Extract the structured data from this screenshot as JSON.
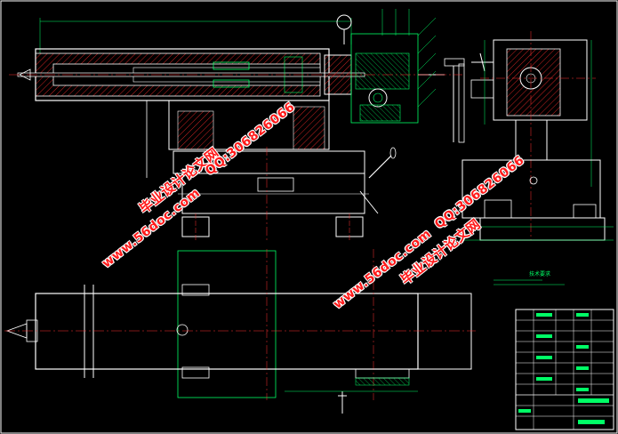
{
  "watermarks": {
    "site_url": "www.56doc.com",
    "site_name": "毕业设计论文网",
    "qq": "QQ:306826066"
  },
  "tech_requirements_title": "技术要求",
  "title_block": {
    "lines": 16
  },
  "colors": {
    "background": "#000000",
    "outline": "#ffffff",
    "hatch": "#ff2a2a",
    "centerline": "#ff3333",
    "dimension": "#00ff66",
    "section_edge": "#00ff66",
    "frame": "#ffffff",
    "watermark": "#ff1a1a"
  }
}
